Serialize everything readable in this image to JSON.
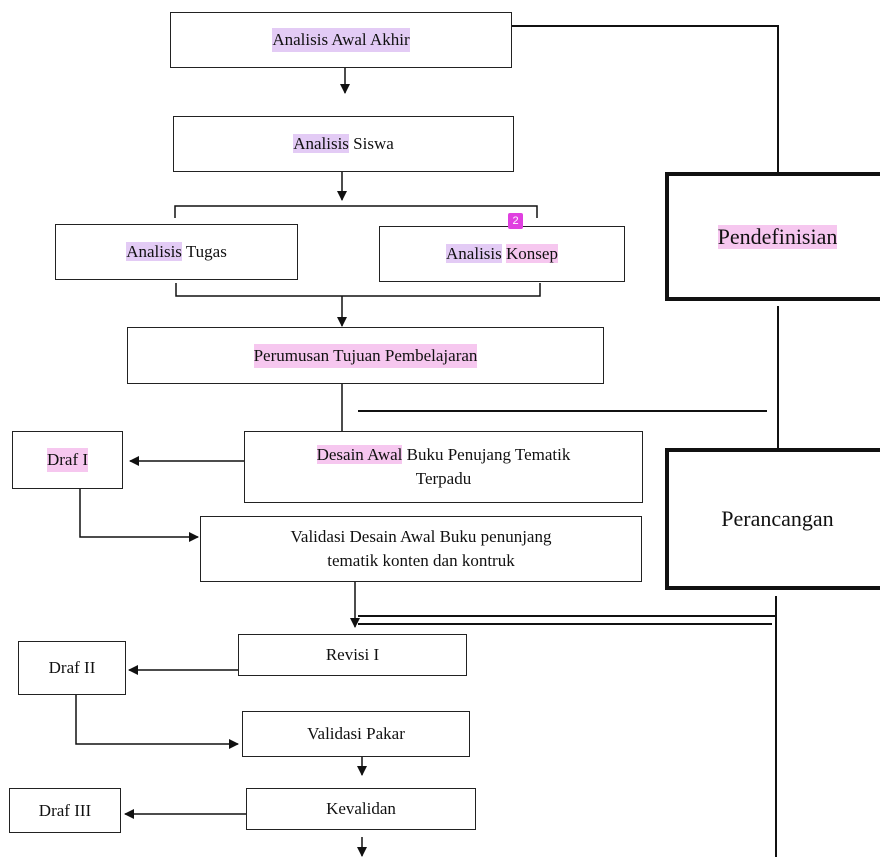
{
  "nodes": {
    "analisis_awal_akhir": {
      "hl": "Analisis Awal Akhir",
      "rest": ""
    },
    "analisis_siswa": {
      "hl": "Analisis",
      "rest": " Siswa"
    },
    "analisis_tugas": {
      "hl": "Analisis",
      "rest": " Tugas"
    },
    "analisis_konsep": {
      "hl": "Analisis",
      "hl2": "Konsep"
    },
    "perumusan": {
      "hl": "Perumusan Tujuan Pembelajaran"
    },
    "desain_awal": {
      "hl": "Desain Awal",
      "rest": " Buku Penujang Tematik",
      "line2": "Terpadu"
    },
    "draf1": {
      "hl": "Draf I"
    },
    "validasi_desain": {
      "line1": "Validasi Desain Awal Buku penunjang",
      "line2": "tematik konten dan kontruk"
    },
    "revisi1": {
      "label": "Revisi I"
    },
    "draf2": {
      "label": "Draf II"
    },
    "validasi_pakar": {
      "label": "Validasi Pakar"
    },
    "kevalidan": {
      "label": "Kevalidan"
    },
    "draf3": {
      "label": "Draf III"
    }
  },
  "phases": {
    "pendefinisian": "Pendefinisian",
    "perancangan": "Perancangan"
  },
  "badge": "2",
  "colors": {
    "highlight_purple": "#e3cbf5",
    "highlight_pink": "#f6c7ef",
    "badge": "#e040e0"
  }
}
